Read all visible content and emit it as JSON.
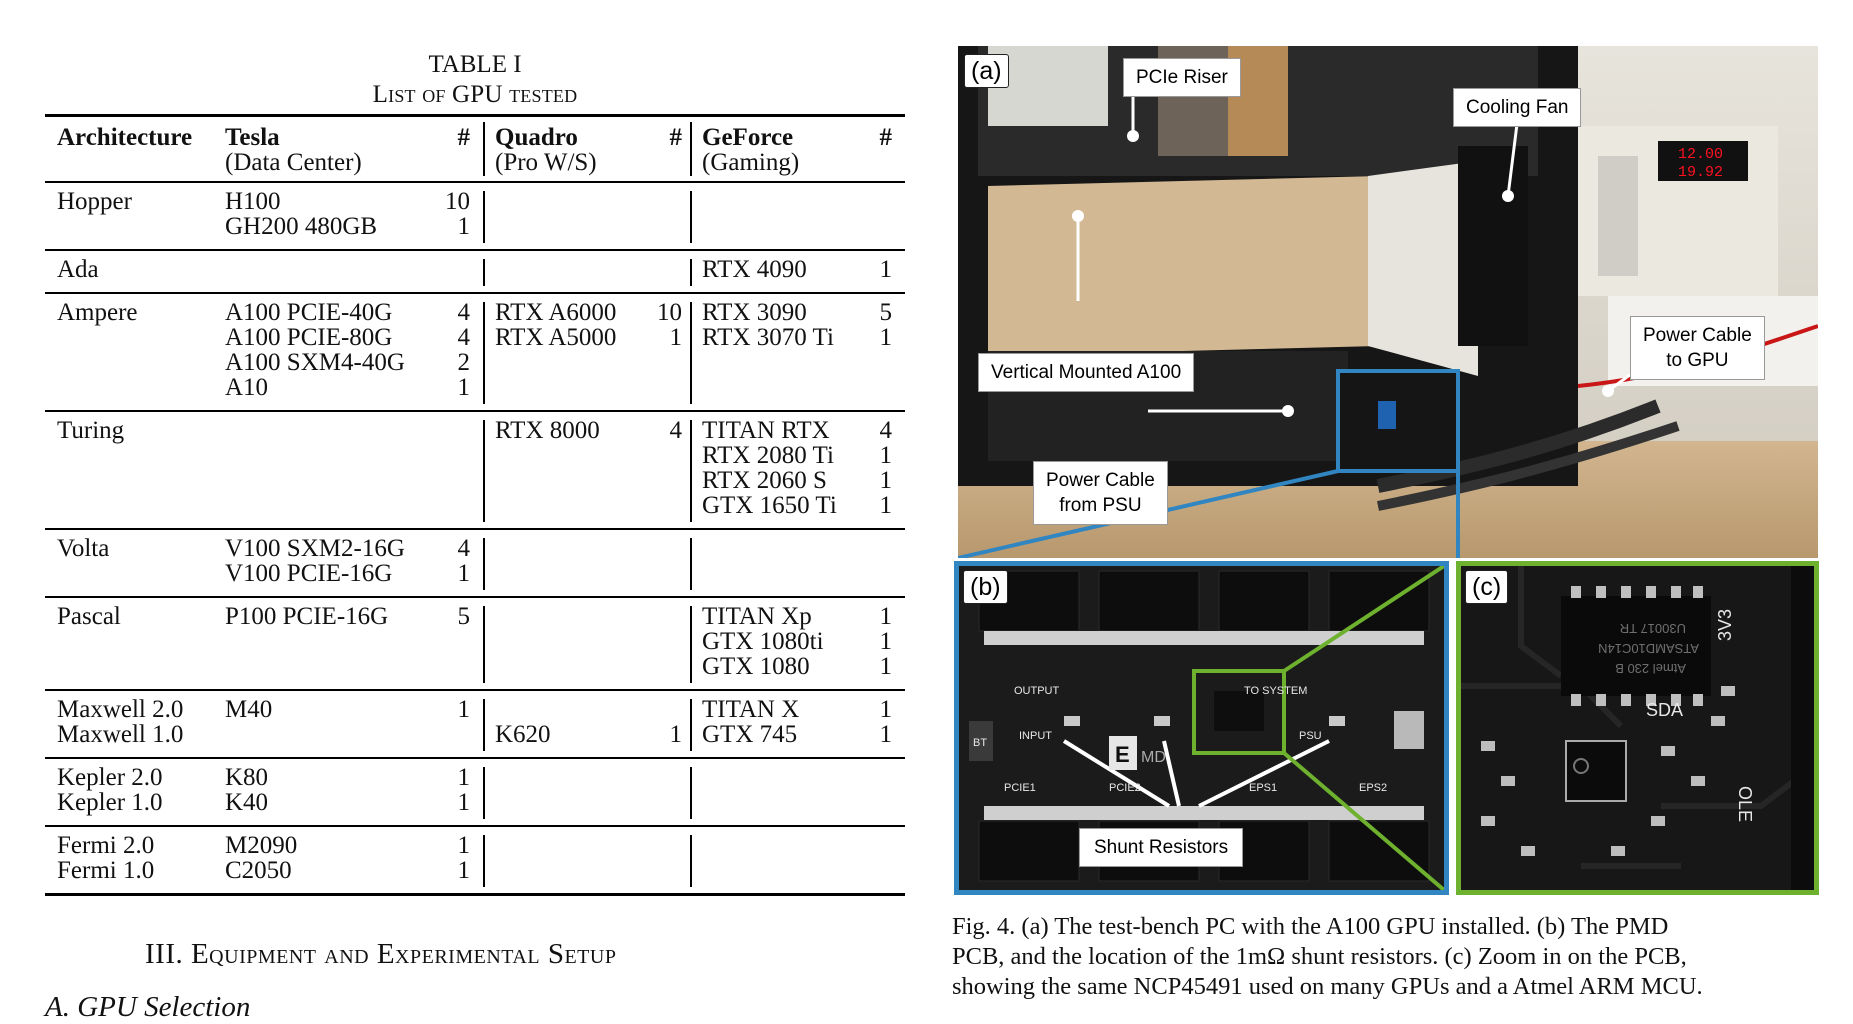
{
  "table": {
    "title": "TABLE I",
    "subtitle": "List of GPU tested",
    "headers": {
      "architecture": "Architecture",
      "tesla": "Tesla",
      "tesla_sub": "(Data Center)",
      "quadro": "Quadro",
      "quadro_sub": "(Pro W/S)",
      "geforce": "GeForce",
      "geforce_sub": "(Gaming)",
      "count": "#"
    },
    "groups": [
      {
        "arch": [
          "Hopper"
        ],
        "tesla": [
          [
            "H100",
            "10"
          ],
          [
            "GH200 480GB",
            "1"
          ]
        ],
        "quadro": [],
        "geforce": []
      },
      {
        "arch": [
          "Ada"
        ],
        "tesla": [],
        "quadro": [],
        "geforce": [
          [
            "RTX 4090",
            "1"
          ]
        ]
      },
      {
        "arch": [
          "Ampere"
        ],
        "tesla": [
          [
            "A100 PCIE-40G",
            "4"
          ],
          [
            "A100 PCIE-80G",
            "4"
          ],
          [
            "A100 SXM4-40G",
            "2"
          ],
          [
            "A10",
            "1"
          ]
        ],
        "quadro": [
          [
            "RTX A6000",
            "10"
          ],
          [
            "RTX A5000",
            "1"
          ]
        ],
        "geforce": [
          [
            "RTX 3090",
            "5"
          ],
          [
            "RTX 3070 Ti",
            "1"
          ]
        ]
      },
      {
        "arch": [
          "Turing"
        ],
        "tesla": [],
        "quadro": [
          [
            "RTX 8000",
            "4"
          ]
        ],
        "geforce": [
          [
            "TITAN RTX",
            "4"
          ],
          [
            "RTX 2080 Ti",
            "1"
          ],
          [
            "RTX 2060 S",
            "1"
          ],
          [
            "GTX 1650 Ti",
            "1"
          ]
        ]
      },
      {
        "arch": [
          "Volta"
        ],
        "tesla": [
          [
            "V100 SXM2-16G",
            "4"
          ],
          [
            "V100 PCIE-16G",
            "1"
          ]
        ],
        "quadro": [],
        "geforce": []
      },
      {
        "arch": [
          "Pascal"
        ],
        "tesla": [
          [
            "P100 PCIE-16G",
            "5"
          ]
        ],
        "quadro": [],
        "geforce": [
          [
            "TITAN Xp",
            "1"
          ],
          [
            "GTX 1080ti",
            "1"
          ],
          [
            "GTX 1080",
            "1"
          ]
        ]
      },
      {
        "arch": [
          "Maxwell 2.0",
          "Maxwell 1.0"
        ],
        "tesla": [
          [
            "M40",
            "1"
          ]
        ],
        "quadro": [
          [
            "",
            ""
          ],
          [
            "K620",
            "1"
          ]
        ],
        "geforce": [
          [
            "TITAN X",
            "1"
          ],
          [
            "GTX 745",
            "1"
          ]
        ]
      },
      {
        "arch": [
          "Kepler 2.0",
          "Kepler 1.0"
        ],
        "tesla": [
          [
            "K80",
            "1"
          ],
          [
            "K40",
            "1"
          ]
        ],
        "quadro": [],
        "geforce": []
      },
      {
        "arch": [
          "Fermi 2.0",
          "Fermi 1.0"
        ],
        "tesla": [
          [
            "M2090",
            "1"
          ],
          [
            "C2050",
            "1"
          ]
        ],
        "quadro": [],
        "geforce": []
      }
    ]
  },
  "section": {
    "heading": "III.  Equipment and Experimental Setup",
    "subheading": "A.  GPU Selection"
  },
  "figure": {
    "panel_a": "(a)",
    "panel_b": "(b)",
    "panel_c": "(c)",
    "callouts": {
      "pcie_riser": "PCIe Riser",
      "cooling_fan": "Cooling Fan",
      "power_cable_gpu_1": "Power Cable",
      "power_cable_gpu_2": "to GPU",
      "vertical_a100": "Vertical Mounted A100",
      "power_cable_psu_1": "Power Cable",
      "power_cable_psu_2": "from PSU",
      "shunt_resistors": "Shunt Resistors"
    },
    "psu_display_top": "12.00",
    "psu_display_bottom": "19.92",
    "pcb_labels": {
      "output": "OUTPUT",
      "to_system": "TO SYSTEM",
      "input": "INPUT",
      "psu": "PSU",
      "pcie1": "PCIE1",
      "pcie2": "PCIE2",
      "eps1": "EPS1",
      "eps2": "EPS2",
      "logo": "E",
      "md": "MD",
      "bt": "BT"
    },
    "zoom_labels": {
      "chip_line1": "Atmel 230 B",
      "chip_line2": "ATSAMD10C14N",
      "chip_line3": "U30017 TR",
      "v33": "3V3",
      "sda": "SDA",
      "ole": "OLE"
    },
    "caption": [
      "Fig. 4.   (a) The test-bench PC with the A100 GPU installed. (b) The PMD",
      "PCB, and the location of the 1mΩ shunt resistors. (c) Zoom in on the PCB,",
      "showing the same NCP45491 used on many GPUs and a Atmel ARM MCU."
    ]
  }
}
